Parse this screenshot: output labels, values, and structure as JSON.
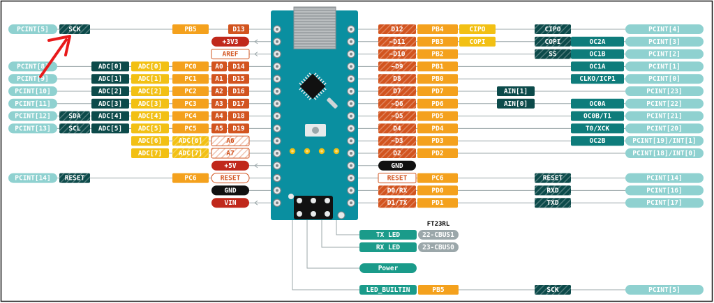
{
  "colors": {
    "pcint": "#8fd1d0",
    "teal": "#0e7c7b",
    "dark": "#0c4a4a",
    "orange": "#f4a11d",
    "gold": "#f2c014",
    "pin": "#d2541f",
    "red": "#c0281b",
    "green": "#1a9b8a",
    "grey": "#9ba7aa",
    "board": "#0a8fa0",
    "black": "#111111"
  },
  "left_rows": [
    {
      "id": "d13",
      "cells": [
        {
          "t": "PCINT[5]",
          "c": "pcint"
        },
        {
          "t": "SCK",
          "c": "dark",
          "hatch": true
        },
        {
          "t": "PB5",
          "c": "orange"
        },
        {
          "t": "D13",
          "c": "pin"
        }
      ]
    },
    {
      "id": "3v3",
      "cells": [
        {
          "t": "+3V3",
          "c": "red"
        }
      ]
    },
    {
      "id": "aref",
      "cells": [
        {
          "t": "AREF",
          "c": "outline"
        }
      ]
    },
    {
      "id": "d14",
      "cells": [
        {
          "t": "PCINT[8]",
          "c": "pcint"
        },
        {
          "t": "ADC[0]",
          "c": "dark"
        },
        {
          "t": "ADC[0]",
          "c": "gold"
        },
        {
          "t": "PC0",
          "c": "orange"
        },
        {
          "t": "A0",
          "c": "pin"
        },
        {
          "t": "D14",
          "c": "pin"
        }
      ]
    },
    {
      "id": "d15",
      "cells": [
        {
          "t": "PCINT[9]",
          "c": "pcint"
        },
        {
          "t": "ADC[1]",
          "c": "dark"
        },
        {
          "t": "ADC[1]",
          "c": "gold"
        },
        {
          "t": "PC1",
          "c": "orange"
        },
        {
          "t": "A1",
          "c": "pin"
        },
        {
          "t": "D15",
          "c": "pin"
        }
      ]
    },
    {
      "id": "d16",
      "cells": [
        {
          "t": "PCINT[10]",
          "c": "pcint"
        },
        {
          "t": "ADC[2]",
          "c": "dark"
        },
        {
          "t": "ADC[2]",
          "c": "gold"
        },
        {
          "t": "PC2",
          "c": "orange"
        },
        {
          "t": "A2",
          "c": "pin"
        },
        {
          "t": "D16",
          "c": "pin"
        }
      ]
    },
    {
      "id": "d17",
      "cells": [
        {
          "t": "PCINT[11]",
          "c": "pcint"
        },
        {
          "t": "ADC[3]",
          "c": "dark"
        },
        {
          "t": "ADC[3]",
          "c": "gold"
        },
        {
          "t": "PC3",
          "c": "orange"
        },
        {
          "t": "A3",
          "c": "pin"
        },
        {
          "t": "D17",
          "c": "pin"
        }
      ]
    },
    {
      "id": "d18",
      "cells": [
        {
          "t": "PCINT[12]",
          "c": "pcint"
        },
        {
          "t": "SDA",
          "c": "dark",
          "hatch": true
        },
        {
          "t": "ADC[4]",
          "c": "dark"
        },
        {
          "t": "ADC[4]",
          "c": "gold"
        },
        {
          "t": "PC4",
          "c": "orange"
        },
        {
          "t": "A4",
          "c": "pin"
        },
        {
          "t": "D18",
          "c": "pin"
        }
      ]
    },
    {
      "id": "d19",
      "cells": [
        {
          "t": "PCINT[13]",
          "c": "pcint"
        },
        {
          "t": "SCL",
          "c": "dark",
          "hatch": true
        },
        {
          "t": "ADC[5]",
          "c": "dark"
        },
        {
          "t": "ADC[5]",
          "c": "gold"
        },
        {
          "t": "PC5",
          "c": "orange"
        },
        {
          "t": "A5",
          "c": "pin"
        },
        {
          "t": "D19",
          "c": "pin"
        }
      ]
    },
    {
      "id": "a6",
      "cells": [
        {
          "t": "ADC[6]",
          "c": "gold"
        },
        {
          "t": "ADC[6]",
          "c": "gold",
          "hatch": true
        },
        {
          "t": "A6",
          "c": "outline",
          "hatch": true
        }
      ]
    },
    {
      "id": "a7",
      "cells": [
        {
          "t": "ADC[7]",
          "c": "gold"
        },
        {
          "t": "ADC[7]",
          "c": "gold",
          "hatch": true
        },
        {
          "t": "A7",
          "c": "outline",
          "hatch": true
        }
      ]
    },
    {
      "id": "5v",
      "cells": [
        {
          "t": "+5V",
          "c": "red"
        }
      ]
    },
    {
      "id": "reset",
      "cells": [
        {
          "t": "PCINT[14]",
          "c": "pcint"
        },
        {
          "t": "RESET",
          "c": "dark",
          "hatch": true
        },
        {
          "t": "PC6",
          "c": "orange"
        },
        {
          "t": "RESET",
          "c": "outline"
        }
      ]
    },
    {
      "id": "gnd",
      "cells": [
        {
          "t": "GND",
          "c": "black"
        }
      ]
    },
    {
      "id": "vin",
      "cells": [
        {
          "t": "VIN",
          "c": "red"
        }
      ]
    }
  ],
  "right_rows": [
    {
      "id": "d12",
      "cells": [
        {
          "t": "D12",
          "c": "pin",
          "hatch": true
        },
        {
          "t": "PB4",
          "c": "orange"
        },
        {
          "t": "CIPO",
          "c": "gold"
        },
        {
          "t": "CIPO",
          "c": "dark",
          "hatch": true
        },
        {
          "t": "PCINT[4]",
          "c": "pcint"
        }
      ]
    },
    {
      "id": "d11",
      "cells": [
        {
          "t": "~D11",
          "c": "pin",
          "hatch": true
        },
        {
          "t": "PB3",
          "c": "orange"
        },
        {
          "t": "COPI",
          "c": "gold"
        },
        {
          "t": "COPI",
          "c": "dark",
          "hatch": true
        },
        {
          "t": "OC2A",
          "c": "teal"
        },
        {
          "t": "PCINT[3]",
          "c": "pcint"
        }
      ]
    },
    {
      "id": "d10",
      "cells": [
        {
          "t": "~D10",
          "c": "pin",
          "hatch": true
        },
        {
          "t": "PB2",
          "c": "orange"
        },
        {
          "t": "SS",
          "c": "dark",
          "hatch": true
        },
        {
          "t": "OC1B",
          "c": "teal"
        },
        {
          "t": "PCINT[2]",
          "c": "pcint"
        }
      ]
    },
    {
      "id": "d9",
      "cells": [
        {
          "t": "~D9",
          "c": "pin",
          "hatch": true
        },
        {
          "t": "PB1",
          "c": "orange"
        },
        {
          "t": "OC1A",
          "c": "teal"
        },
        {
          "t": "PCINT[1]",
          "c": "pcint"
        }
      ]
    },
    {
      "id": "d8",
      "cells": [
        {
          "t": "D8",
          "c": "pin",
          "hatch": true
        },
        {
          "t": "PB0",
          "c": "orange"
        },
        {
          "t": "CLKO/ICP1",
          "c": "teal"
        },
        {
          "t": "PCINT[0]",
          "c": "pcint"
        }
      ]
    },
    {
      "id": "d7",
      "cells": [
        {
          "t": "D7",
          "c": "pin",
          "hatch": true
        },
        {
          "t": "PD7",
          "c": "orange"
        },
        {
          "t": "AIN[1]",
          "c": "dark"
        },
        {
          "t": "PCINT[23]",
          "c": "pcint"
        }
      ]
    },
    {
      "id": "d6",
      "cells": [
        {
          "t": "~D6",
          "c": "pin",
          "hatch": true
        },
        {
          "t": "PD6",
          "c": "orange"
        },
        {
          "t": "AIN[0]",
          "c": "dark"
        },
        {
          "t": "OC0A",
          "c": "teal"
        },
        {
          "t": "PCINT[22]",
          "c": "pcint"
        }
      ]
    },
    {
      "id": "d5",
      "cells": [
        {
          "t": "~D5",
          "c": "pin",
          "hatch": true
        },
        {
          "t": "PD5",
          "c": "orange"
        },
        {
          "t": "OC0B/T1",
          "c": "teal"
        },
        {
          "t": "PCINT[21]",
          "c": "pcint"
        }
      ]
    },
    {
      "id": "d4",
      "cells": [
        {
          "t": "D4",
          "c": "pin",
          "hatch": true
        },
        {
          "t": "PD4",
          "c": "orange"
        },
        {
          "t": "T0/XCK",
          "c": "teal"
        },
        {
          "t": "PCINT[20]",
          "c": "pcint"
        }
      ]
    },
    {
      "id": "d3",
      "cells": [
        {
          "t": "~D3",
          "c": "pin",
          "hatch": true
        },
        {
          "t": "PD3",
          "c": "orange"
        },
        {
          "t": "OC2B",
          "c": "teal"
        },
        {
          "t": "PCINT[19]/INT[1]",
          "c": "pcint"
        }
      ]
    },
    {
      "id": "d2",
      "cells": [
        {
          "t": "D2",
          "c": "pin",
          "hatch": true
        },
        {
          "t": "PD2",
          "c": "orange"
        },
        {
          "t": "PCINT[18]/INT[0]",
          "c": "pcint"
        }
      ]
    },
    {
      "id": "gnd",
      "cells": [
        {
          "t": "GND",
          "c": "black"
        }
      ]
    },
    {
      "id": "reset",
      "cells": [
        {
          "t": "RESET",
          "c": "outline"
        },
        {
          "t": "PC6",
          "c": "orange"
        },
        {
          "t": "RESET",
          "c": "dark",
          "hatch": true
        },
        {
          "t": "PCINT[14]",
          "c": "pcint"
        }
      ]
    },
    {
      "id": "d0",
      "cells": [
        {
          "t": "D0/RX",
          "c": "pin",
          "hatch": true
        },
        {
          "t": "PD0",
          "c": "orange"
        },
        {
          "t": "RXD",
          "c": "dark",
          "hatch": true
        },
        {
          "t": "PCINT[16]",
          "c": "pcint"
        }
      ]
    },
    {
      "id": "d1",
      "cells": [
        {
          "t": "D1/TX",
          "c": "pin",
          "hatch": true
        },
        {
          "t": "PD1",
          "c": "orange"
        },
        {
          "t": "TXD",
          "c": "dark",
          "hatch": true
        },
        {
          "t": "PCINT[17]",
          "c": "pcint"
        }
      ]
    }
  ],
  "ft_title": "FT23RL",
  "bottom": {
    "tx_led": "TX LED",
    "tx_cbus": "22-CBUS1",
    "rx_led": "RX LED",
    "rx_cbus": "23-CBUS0",
    "power": "Power",
    "led_builtin": "LED_BUILTIN",
    "led_port": "PB5",
    "led_sck": "SCK",
    "led_pcint": "PCINT[5]"
  },
  "icons": {
    "annotation": "red-arrow-icon",
    "board": "arduino-nano-board"
  }
}
